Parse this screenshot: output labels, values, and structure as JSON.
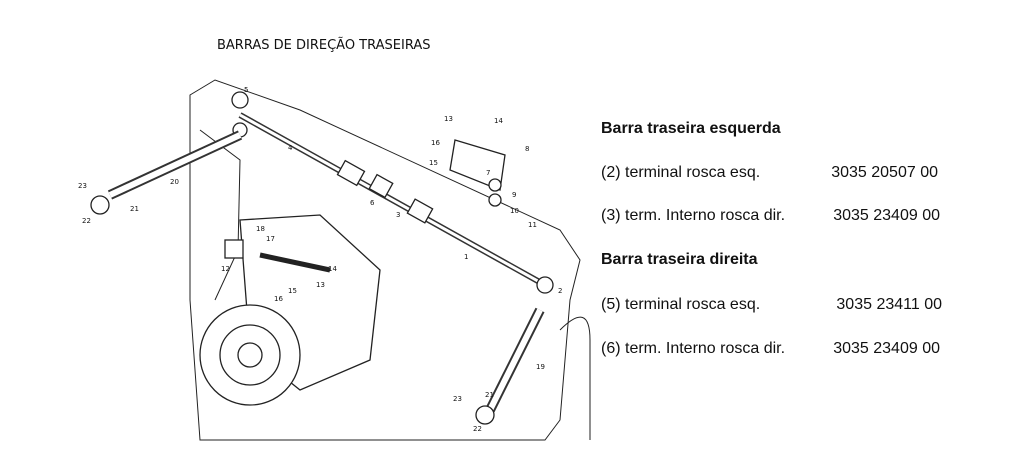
{
  "title": "BARRAS DE DIREÇÃO TRASEIRAS",
  "parts": {
    "left_bar": {
      "heading": "Barra traseira esquerda",
      "items": [
        {
          "desc": "(2) terminal rosca esq.",
          "number": "3035 20507 00"
        },
        {
          "desc": "(3) term. Interno rosca dir.",
          "number": "3035 23409 00"
        }
      ]
    },
    "right_bar": {
      "heading": "Barra traseira direita",
      "items": [
        {
          "desc": "(5) terminal rosca esq.",
          "number": "3035 23411 00"
        },
        {
          "desc": "(6) term. Interno rosca dir.",
          "number": "3035 23409 00"
        }
      ]
    }
  },
  "callouts": [
    "5",
    "4",
    "20",
    "23",
    "21",
    "22",
    "13",
    "14",
    "16",
    "15",
    "8",
    "7",
    "9",
    "10",
    "11",
    "6",
    "3",
    "1",
    "2",
    "18",
    "17",
    "12",
    "14",
    "13",
    "16",
    "15",
    "19",
    "23",
    "21",
    "22"
  ]
}
